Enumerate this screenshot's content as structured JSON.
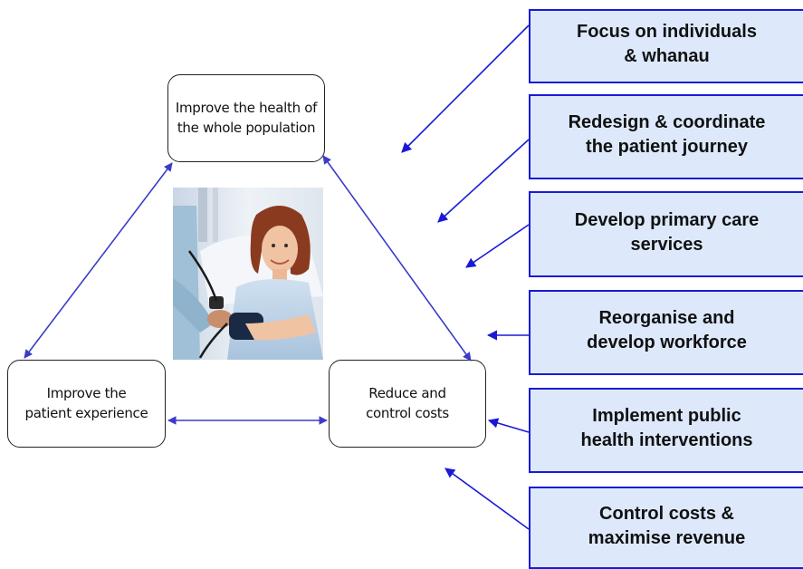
{
  "diagram": {
    "nodes": [
      {
        "id": "top",
        "lines": [
          "Improve the health of",
          "the whole population"
        ]
      },
      {
        "id": "left",
        "lines": [
          "Improve the",
          "patient experience"
        ]
      },
      {
        "id": "right",
        "lines": [
          "Reduce and",
          "control costs"
        ]
      }
    ],
    "photo": {
      "description_icon": "patient-blood-pressure-photo"
    },
    "panels": [
      {
        "lines": [
          "Focus on individuals",
          "& whanau"
        ]
      },
      {
        "lines": [
          "Redesign & coordinate",
          "the patient journey"
        ]
      },
      {
        "lines": [
          "Develop primary care",
          "services"
        ]
      },
      {
        "lines": [
          "Reorganise and",
          "develop workforce"
        ]
      },
      {
        "lines": [
          "Implement public",
          "health interventions"
        ]
      },
      {
        "lines": [
          "Control costs &",
          "maximise revenue"
        ]
      }
    ],
    "colors": {
      "arrow": "#1a1ad6",
      "triangle_arrow": "#3b3bc9",
      "panel_fill": "#dde9fb",
      "panel_border": "#1a1ad6",
      "node_border": "#222222"
    }
  }
}
